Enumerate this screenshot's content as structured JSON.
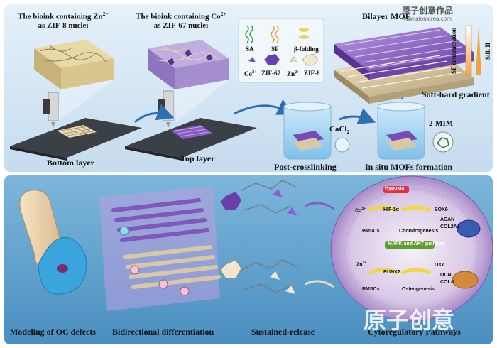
{
  "top": {
    "bioink_zn_line1": "The bioink containing Zn",
    "bioink_zn_sup": "2+",
    "bioink_zn_line2": "as ZIF-8 nuclei",
    "bioink_co_line1": "The bioink containing Co",
    "bioink_co_sup": "2+",
    "bioink_co_line2": "as ZIF-67 nuclei",
    "bottom_layer": "Bottom layer",
    "top_layer": "Top layer",
    "post_crosslinking": "Post-crosslinking",
    "in_situ": "In situ MOFs formation",
    "cacl2": "CaCl",
    "cacl2_sub": "2",
    "mim": "2-MIM",
    "bilayer_mof": "Bilayer MOF",
    "soft_hard": "Soft-hard gradient",
    "sf_concentration": "SF concentration",
    "silk_ii": "Silk II"
  },
  "legend": {
    "sa": "SA",
    "sf": "SF",
    "beta": "β-folding",
    "co": "Co",
    "co_sup": "2+",
    "zif67": "ZIF-67",
    "zn": "Zn",
    "zn_sup": "2+",
    "zif8": "ZIF-8"
  },
  "bottom": {
    "modeling": "Modeling of OC defects",
    "bidirectional": "Bidirectional differentiation",
    "sustained": "Sustained-release",
    "cytoregulatory": "Cytoregulatory Pathways"
  },
  "cell": {
    "hypoxia": "Hypoxia",
    "co2": "Co",
    "co2_sup": "2+",
    "hif": "HIF-1α",
    "sox9": "SOX9",
    "acan": "ACAN",
    "col2a1": "COL2A1",
    "bmscs1": "BMSCs",
    "chondro": "Chondrogenesis",
    "mapk": "MAPK and AKT pathway",
    "zn2": "Zn",
    "zn2_sup": "2+",
    "runx2": "RUNX2",
    "osx": "Osx",
    "ocn": "OCN",
    "col1": "COL-I",
    "bmscs2": "BMSCs",
    "osteo": "Osteogenesis"
  },
  "watermark": {
    "top_cn": "原子创意作品",
    "top_url": "www.atomcrea.com",
    "bottom_cn": "原子创意"
  },
  "colors": {
    "top_panel": "#d3e7f6",
    "bottom_panel": "#5ea3cd",
    "zif67_purple": "#7b4bb5",
    "zif8_beige": "#d8c9a6",
    "arrow_blue": "#2f6fb1",
    "hypoxia_red": "#e0304a",
    "cell_green": "#5f9e2e",
    "cell_yellow": "#f1d743"
  }
}
